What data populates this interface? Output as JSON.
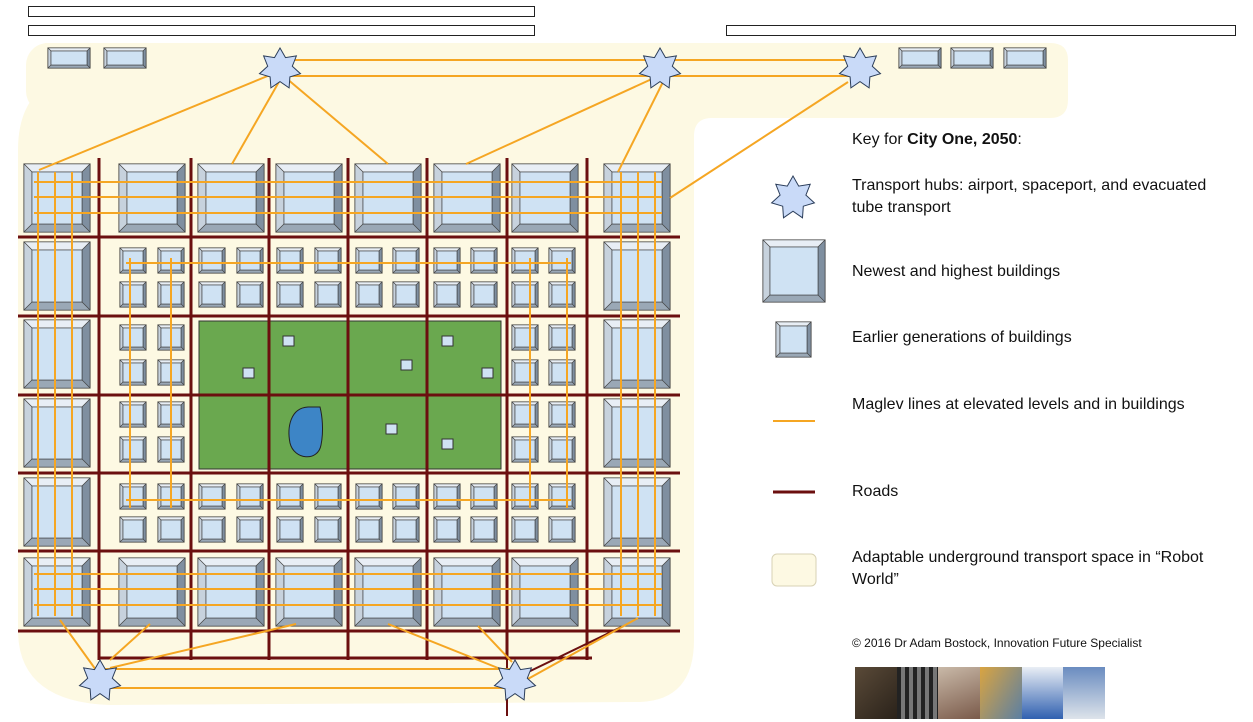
{
  "key": {
    "title_prefix": "Key for ",
    "title_bold": "City One, 2050",
    "title_suffix": ":",
    "items": [
      {
        "icon": "star-hub-icon",
        "label": "Transport hubs: airport, spaceport, and evacuated tube transport"
      },
      {
        "icon": "large-building-icon",
        "label": "Newest and highest buildings"
      },
      {
        "icon": "small-building-icon",
        "label": "Earlier generations of buildings"
      },
      {
        "icon": "maglev-line-icon",
        "label": "Maglev lines at elevated levels and in buildings"
      },
      {
        "icon": "road-line-icon",
        "label": "Roads"
      },
      {
        "icon": "underground-space-icon",
        "label": "Adaptable underground transport space in “Robot World”"
      }
    ]
  },
  "copyright": "© 2016 Dr Adam Bostock, Innovation Future Specialist",
  "colors": {
    "underground": "#fdf9e3",
    "building_face": "#cfe2f3",
    "building_border": "#1a1a1a",
    "maglev": "#f5a623",
    "road": "#6b0f0f",
    "park": "#6aa84f",
    "lake": "#3d85c6",
    "hub": "#c9daf8"
  }
}
